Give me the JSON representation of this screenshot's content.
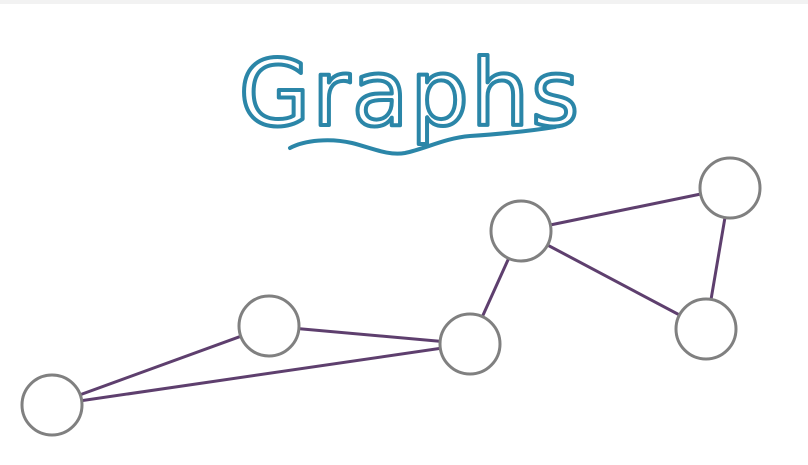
{
  "title": "Graphs",
  "colors": {
    "title": "#2b86a8",
    "edge": "#5e3f6e",
    "node_stroke": "#808080",
    "node_fill": "#ffffff",
    "background": "#ffffff"
  },
  "graph": {
    "nodes": [
      "n1",
      "n2",
      "n3",
      "n4",
      "n5",
      "n6"
    ],
    "edges": [
      [
        "n1",
        "n2"
      ],
      [
        "n1",
        "n3"
      ],
      [
        "n2",
        "n3"
      ],
      [
        "n3",
        "n4"
      ],
      [
        "n4",
        "n5"
      ],
      [
        "n4",
        "n6"
      ],
      [
        "n5",
        "n6"
      ]
    ]
  }
}
